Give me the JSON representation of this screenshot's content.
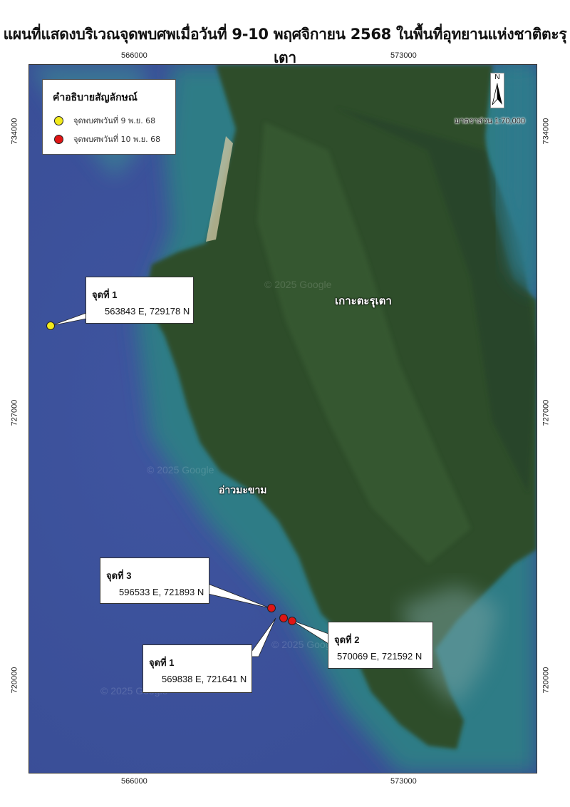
{
  "title": "แผนที่แสดงบริเวณจุดพบศพเมื่อวันที่ 9-10 พฤศจิกายน 2568 ในพื้นที่อุทยานแห่งชาติตะรุเตา",
  "grid": {
    "x_ticks": [
      "566000",
      "573000"
    ],
    "y_ticks": [
      "734000",
      "727000",
      "720000"
    ]
  },
  "legend": {
    "title": "คำอธิบายสัญลักษณ์",
    "items": [
      {
        "label": "จุดพบศพวันที่ 9 พ.ย. 68",
        "color": "#f2ea1c"
      },
      {
        "label": "จุดพบศพวันที่ 10 พ.ย. 68",
        "color": "#e01515"
      }
    ]
  },
  "north_arrow": "N",
  "scale": "มาตราส่วน 1:70,000",
  "places": {
    "island": "เกาะตะรุเตา",
    "bay": "อ่าวมะขาม"
  },
  "callouts": [
    {
      "label": "จุดที่ 1",
      "coords": "563843 E, 729178 N",
      "day": 9
    },
    {
      "label": "จุดที่ 3",
      "coords": "596533 E, 721893 N",
      "day": 10
    },
    {
      "label": "จุดที่ 2",
      "coords": "570069 E, 721592 N",
      "day": 10
    },
    {
      "label": "จุดที่ 1",
      "coords": "569838 E, 721641 N",
      "day": 10
    }
  ],
  "watermark": "© 2025 Google"
}
